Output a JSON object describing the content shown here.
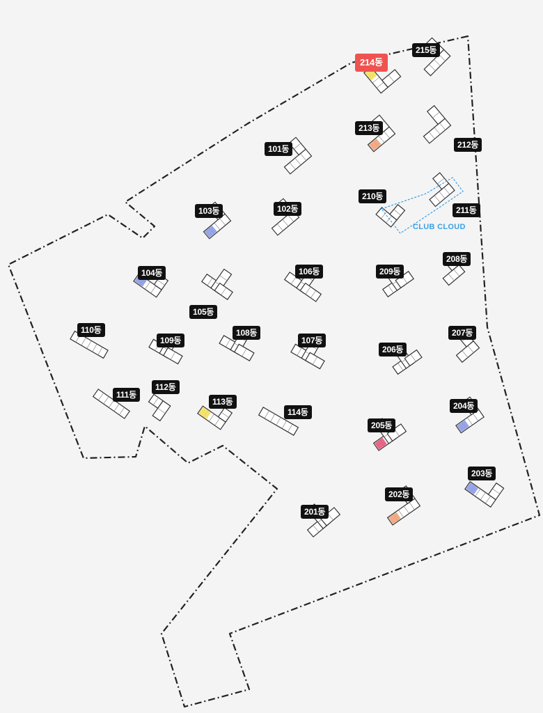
{
  "colors": {
    "background": "#f4f4f4",
    "boundary": "#222222",
    "badge": "#111111",
    "badge_text": "#ffffff",
    "selected_badge": "#ef5350",
    "club": "#3aa0e6",
    "unit_orange": "#f0a37a",
    "unit_yellow": "#f3df5c",
    "unit_blue": "#8c9be6",
    "unit_pink": "#e8557a"
  },
  "selected_building": "214동",
  "club_label": "CLUB CLOUD",
  "buildings": [
    {
      "id": "b214",
      "label": "214동",
      "selected": true
    },
    {
      "id": "b215",
      "label": "215동"
    },
    {
      "id": "b213",
      "label": "213동"
    },
    {
      "id": "b212",
      "label": "212동"
    },
    {
      "id": "b101",
      "label": "101동"
    },
    {
      "id": "b210",
      "label": "210동"
    },
    {
      "id": "b211",
      "label": "211동"
    },
    {
      "id": "b103",
      "label": "103동"
    },
    {
      "id": "b102",
      "label": "102동"
    },
    {
      "id": "b208",
      "label": "208동"
    },
    {
      "id": "b104",
      "label": "104동"
    },
    {
      "id": "b106",
      "label": "106동"
    },
    {
      "id": "b209",
      "label": "209동"
    },
    {
      "id": "b105",
      "label": "105동"
    },
    {
      "id": "b110",
      "label": "110동"
    },
    {
      "id": "b108",
      "label": "108동"
    },
    {
      "id": "b207",
      "label": "207동"
    },
    {
      "id": "b109",
      "label": "109동"
    },
    {
      "id": "b107",
      "label": "107동"
    },
    {
      "id": "b206",
      "label": "206동"
    },
    {
      "id": "b112",
      "label": "112동"
    },
    {
      "id": "b111",
      "label": "111동"
    },
    {
      "id": "b113",
      "label": "113동"
    },
    {
      "id": "b114",
      "label": "114동"
    },
    {
      "id": "b204",
      "label": "204동"
    },
    {
      "id": "b205",
      "label": "205동"
    },
    {
      "id": "b203",
      "label": "203동"
    },
    {
      "id": "b202",
      "label": "202동"
    },
    {
      "id": "b201",
      "label": "201동"
    }
  ]
}
